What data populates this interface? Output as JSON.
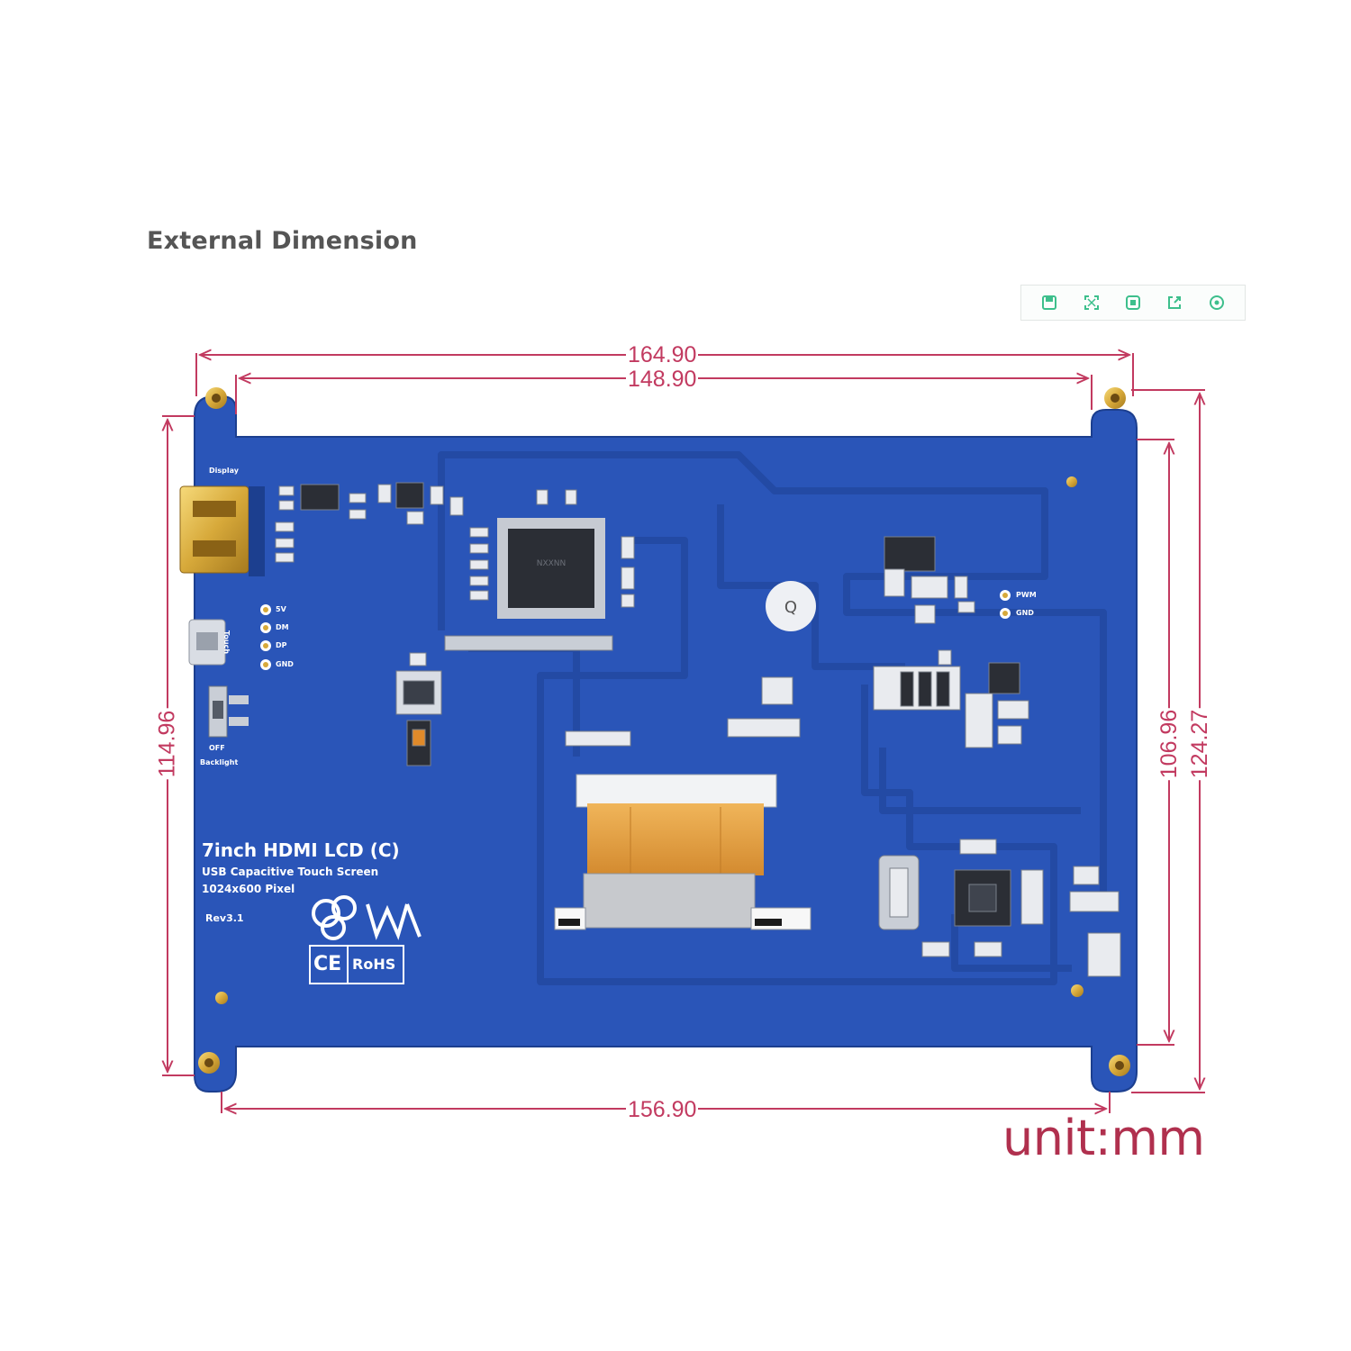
{
  "heading": "External Dimension",
  "toolbar": {
    "icons": [
      "save-icon",
      "fullscreen-icon",
      "copy-icon",
      "share-icon",
      "settings-icon"
    ],
    "color": "#3dbf8c"
  },
  "dimensions": {
    "overall_width": "164.90",
    "inner_width": "148.90",
    "bottom_width": "156.90",
    "left_height": "114.96",
    "right_inner_height": "106.96",
    "right_outer_height": "124.27"
  },
  "unit_label": "unit:mm",
  "board": {
    "title": "7inch HDMI LCD (C)",
    "subtitle": "USB Capacitive Touch Screen",
    "resolution": "1024x600 Pixel",
    "revision": "Rev3.1",
    "port_display": "Display",
    "port_touch": "Touch",
    "switch_labels": [
      "OFF",
      "Backlight"
    ],
    "pin_labels_left": [
      "5V",
      "DM",
      "DP",
      "GND"
    ],
    "pin_labels_right": [
      "PWM",
      "GND"
    ],
    "cert_marks": [
      "CE",
      "RoHS"
    ],
    "colors": {
      "pcb": "#2a55b8",
      "pcb_dark": "#1f4496",
      "gold": "#d7a93a",
      "flex_cable": "#e0a04a",
      "dimension_line": "#c23a60"
    }
  }
}
